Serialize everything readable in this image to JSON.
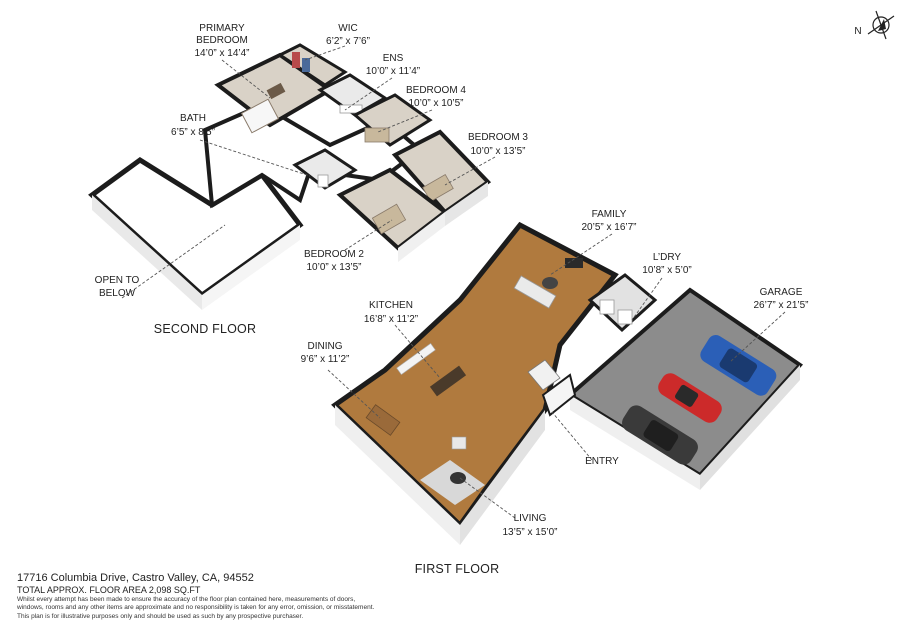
{
  "floors": {
    "second": {
      "title": "SECOND FLOOR"
    },
    "first": {
      "title": "FIRST FLOOR"
    }
  },
  "rooms": {
    "primary_bedroom": {
      "line1": "PRIMARY",
      "line2": "BEDROOM",
      "dim": "14’0” x 14’4”"
    },
    "wic": {
      "name": "WIC",
      "dim": "6’2” x 7’6”"
    },
    "ens": {
      "name": "ENS",
      "dim": "10’0” x 11’4”"
    },
    "bedroom4": {
      "name": "BEDROOM 4",
      "dim": "10’0” x 10’5”"
    },
    "bath": {
      "name": "BATH",
      "dim": "6’5” x 8’5”"
    },
    "bedroom3": {
      "name": "BEDROOM 3",
      "dim": "10’0” x 13’5”"
    },
    "bedroom2": {
      "name": "BEDROOM 2",
      "dim": "10’0” x 13’5”"
    },
    "open_to_below": {
      "line1": "OPEN TO",
      "line2": "BELOW"
    },
    "family": {
      "name": "FAMILY",
      "dim": "20’5” x 16’7”"
    },
    "laundry": {
      "name": "L’DRY",
      "dim": "10’8” x 5’0”"
    },
    "garage": {
      "name": "GARAGE",
      "dim": "26’7” x 21’5”"
    },
    "kitchen": {
      "name": "KITCHEN",
      "dim": "16’8” x 11’2”"
    },
    "dining": {
      "name": "DINING",
      "dim": "9’6” x 11’2”"
    },
    "entry": {
      "name": "ENTRY"
    },
    "living": {
      "name": "LIVING",
      "dim": "13’5” x 15’0”"
    }
  },
  "compass": {
    "label": "N"
  },
  "footer": {
    "address": "17716 Columbia Drive, Castro Valley, CA, 94552",
    "area": "TOTAL APPROX. FLOOR AREA 2,098 SQ.FT",
    "disclaimer1": "Whilst every attempt has been made to ensure the accuracy of the floor plan contained here, measurements of doors,",
    "disclaimer2": "windows, rooms and any other items are approximate and no responsibility is taken for any error, omission, or misstatement.",
    "disclaimer3": "This plan is for illustrative purposes only and should be used as such by any prospective purchaser."
  },
  "colors": {
    "wall_top": "#1c1c1c",
    "wall_face": "#f2f2f2",
    "floor_white": "#ffffff",
    "floor_wood": "#b07a3e",
    "floor_carpet": "#d9d2c7",
    "floor_tile": "#d6d6d6",
    "garage_floor": "#8c8c8c",
    "car_blue": "#2b5fb7",
    "car_red": "#cc2a2a",
    "car_dark": "#3a3a3a"
  }
}
